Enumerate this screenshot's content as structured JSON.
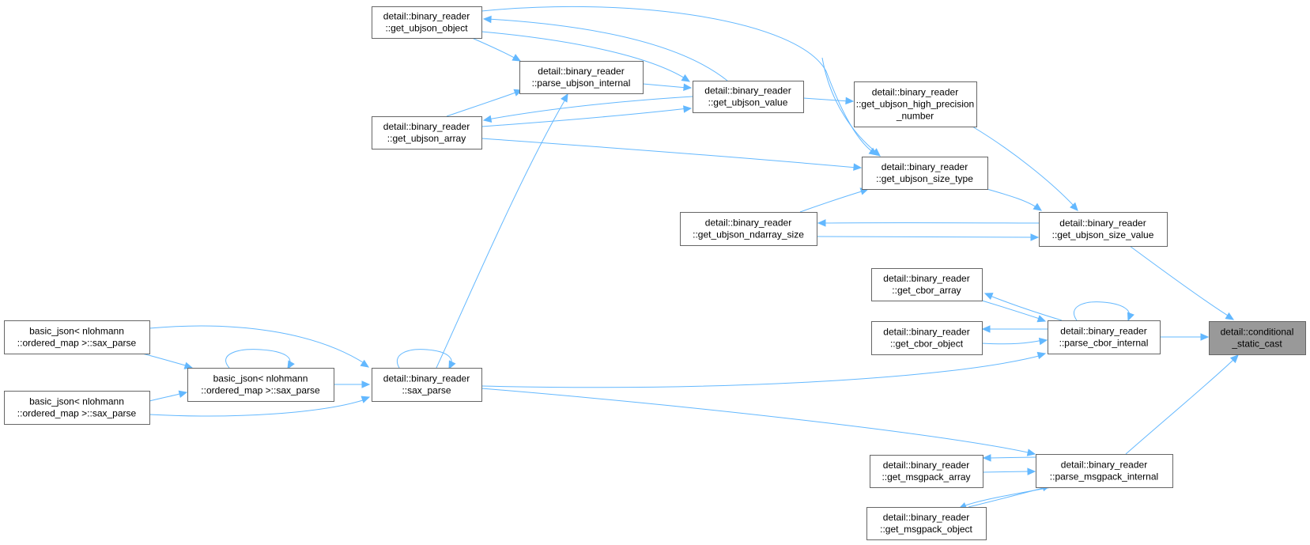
{
  "colors": {
    "edge": "#63b8ff",
    "node_border": "#666666",
    "highlight_fill": "#999999",
    "background": "#ffffff"
  },
  "nodes": [
    {
      "id": "get_ubjson_object",
      "lines": [
        "detail::binary_reader",
        "::get_ubjson_object"
      ]
    },
    {
      "id": "parse_ubjson_internal",
      "lines": [
        "detail::binary_reader",
        "::parse_ubjson_internal"
      ]
    },
    {
      "id": "get_ubjson_value",
      "lines": [
        "detail::binary_reader",
        "::get_ubjson_value"
      ]
    },
    {
      "id": "get_ubjson_high_precision_number",
      "lines": [
        "detail::binary_reader",
        "::get_ubjson_high_precision",
        "_number"
      ]
    },
    {
      "id": "get_ubjson_array",
      "lines": [
        "detail::binary_reader",
        "::get_ubjson_array"
      ]
    },
    {
      "id": "get_ubjson_size_type",
      "lines": [
        "detail::binary_reader",
        "::get_ubjson_size_type"
      ]
    },
    {
      "id": "get_ubjson_ndarray_size",
      "lines": [
        "detail::binary_reader",
        "::get_ubjson_ndarray_size"
      ]
    },
    {
      "id": "get_ubjson_size_value",
      "lines": [
        "detail::binary_reader",
        "::get_ubjson_size_value"
      ]
    },
    {
      "id": "get_cbor_array",
      "lines": [
        "detail::binary_reader",
        "::get_cbor_array"
      ]
    },
    {
      "id": "get_cbor_object",
      "lines": [
        "detail::binary_reader",
        "::get_cbor_object"
      ]
    },
    {
      "id": "parse_cbor_internal",
      "lines": [
        "detail::binary_reader",
        "::parse_cbor_internal"
      ]
    },
    {
      "id": "conditional_static_cast",
      "lines": [
        "detail::conditional",
        "_static_cast"
      ],
      "highlight": true
    },
    {
      "id": "basic_json_sax_parse_1",
      "lines": [
        "basic_json< nlohmann",
        "::ordered_map >::sax_parse"
      ]
    },
    {
      "id": "basic_json_sax_parse_2",
      "lines": [
        "basic_json< nlohmann",
        "::ordered_map >::sax_parse"
      ]
    },
    {
      "id": "basic_json_sax_parse_3",
      "lines": [
        "basic_json< nlohmann",
        "::ordered_map >::sax_parse"
      ]
    },
    {
      "id": "sax_parse",
      "lines": [
        "detail::binary_reader",
        "::sax_parse"
      ]
    },
    {
      "id": "get_msgpack_array",
      "lines": [
        "detail::binary_reader",
        "::get_msgpack_array"
      ]
    },
    {
      "id": "parse_msgpack_internal",
      "lines": [
        "detail::binary_reader",
        "::parse_msgpack_internal"
      ]
    },
    {
      "id": "get_msgpack_object",
      "lines": [
        "detail::binary_reader",
        "::get_msgpack_object"
      ]
    }
  ]
}
